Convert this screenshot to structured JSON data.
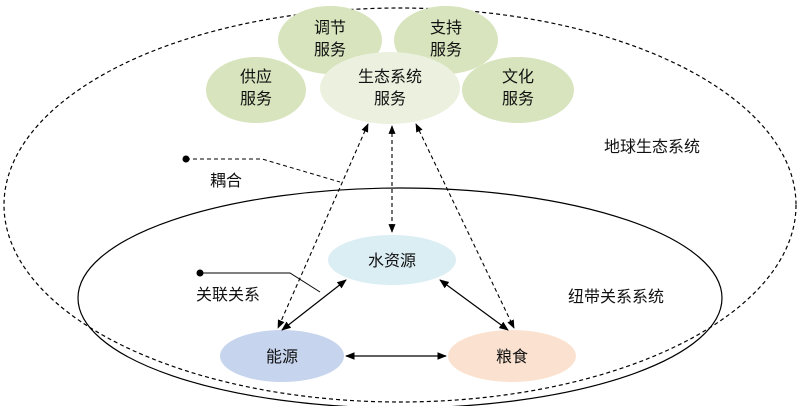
{
  "colors": {
    "service_green": "#d7e4bd",
    "core_service": "#ebf1de",
    "water": "#dbeef4",
    "energy": "#c6d4ee",
    "food": "#fbe2d0",
    "line": "#000000"
  },
  "services": {
    "regulating": [
      "调节",
      "服务"
    ],
    "supporting": [
      "支持",
      "服务"
    ],
    "provisioning": [
      "供应",
      "服务"
    ],
    "core": [
      "生态系统",
      "服务"
    ],
    "cultural": [
      "文化",
      "服务"
    ]
  },
  "nexus": {
    "water": "水资源",
    "energy": "能源",
    "food": "粮食"
  },
  "labels": {
    "earth_system": "地球生态系统",
    "nexus_system": "纽带关系系统",
    "coupling": "耦合",
    "relation": "关联关系"
  },
  "icons": {
    "arrows": "double-headed-arrow",
    "dashed_arrows": "dashed-double-headed-arrow",
    "callout": "leader-line-with-dot"
  }
}
